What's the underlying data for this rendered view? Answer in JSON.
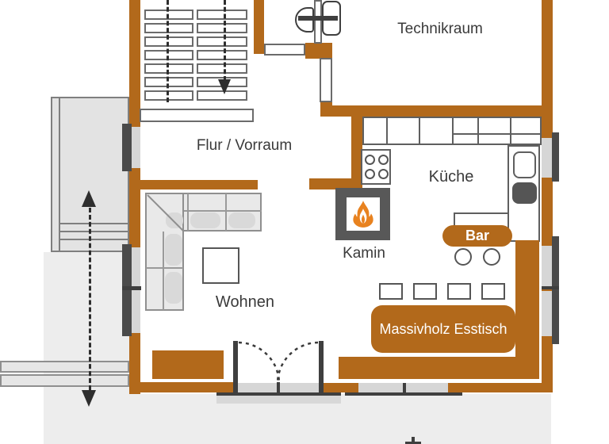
{
  "rooms": {
    "technikraum": "Technikraum",
    "flur_vorraum": "Flur / Vorraum",
    "kueche": "Küche",
    "kamin": "Kamin",
    "wohnen": "Wohnen"
  },
  "furniture": {
    "bar": "Bar",
    "esstisch": "Massivholz Esstisch"
  },
  "counts": {
    "stair_flights": 2,
    "stair_steps_per_flight": 7,
    "stove_burners": 4,
    "bar_stools": 2,
    "dining_chairs": 4
  },
  "colors": {
    "wall_wood": "#b2691b",
    "dark_gray": "#3f3f3f",
    "flame_orange": "#e8821f",
    "exterior_gray": "#ededed",
    "label_text": "#3a3a3a"
  }
}
